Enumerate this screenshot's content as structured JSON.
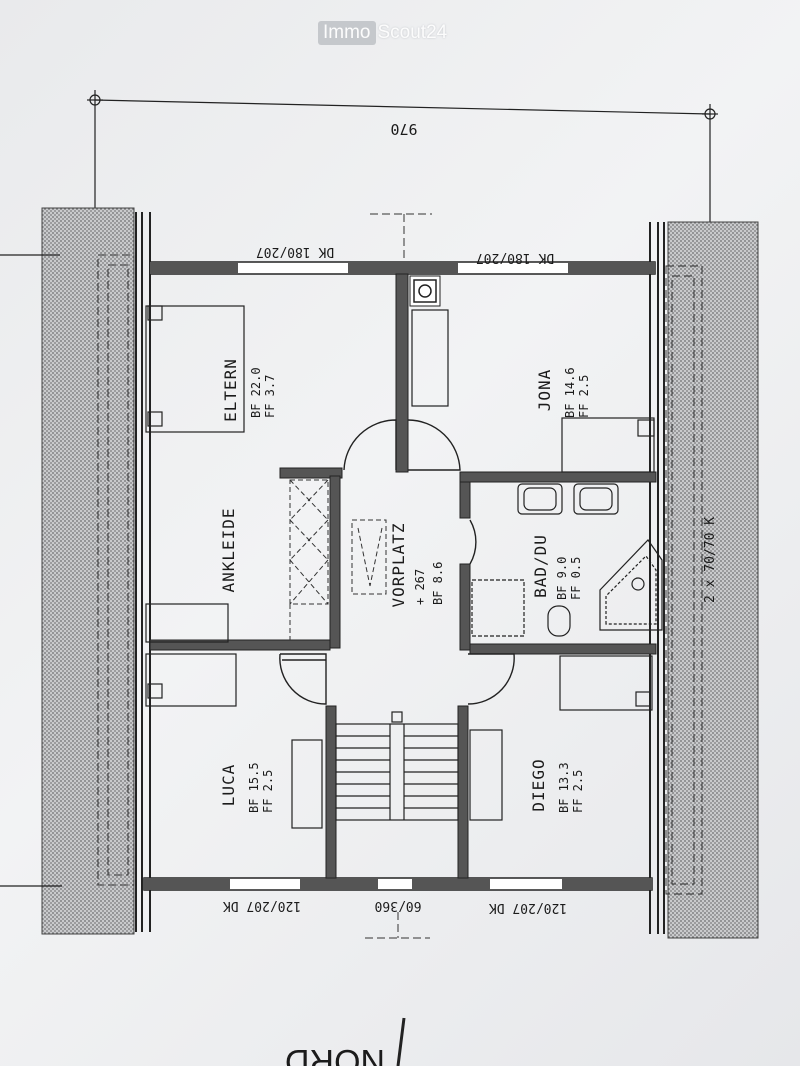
{
  "watermark": {
    "part1": "Immo",
    "part2": "Scout24"
  },
  "dimension_top": "970",
  "windows": {
    "top_left": "DK 180/207",
    "top_right": "DK 180/207",
    "bottom_1": "120/207 DK",
    "bottom_2": "60/360",
    "bottom_3": "120/207 DK",
    "right_side": "2 x 70/70 K"
  },
  "rooms": [
    {
      "name": "ELTERN",
      "bf": "BF 22.0",
      "ff": "FF  3.7"
    },
    {
      "name": "JONA",
      "bf": "BF 14.6",
      "ff": "FF  2.5"
    },
    {
      "name": "ANKLEIDE"
    },
    {
      "name": "VORPLATZ",
      "level": "+ 267",
      "bf": "BF  8.6"
    },
    {
      "name": "BAD/DU",
      "bf": "BF 9.0",
      "ff": "FF 0.5"
    },
    {
      "name": "LUCA",
      "bf": "BF 15.5",
      "ff": "FF  2.5"
    },
    {
      "name": "DIEGO",
      "bf": "BF 13.3",
      "ff": "FF  2.5"
    }
  ],
  "orientation": "NORD"
}
